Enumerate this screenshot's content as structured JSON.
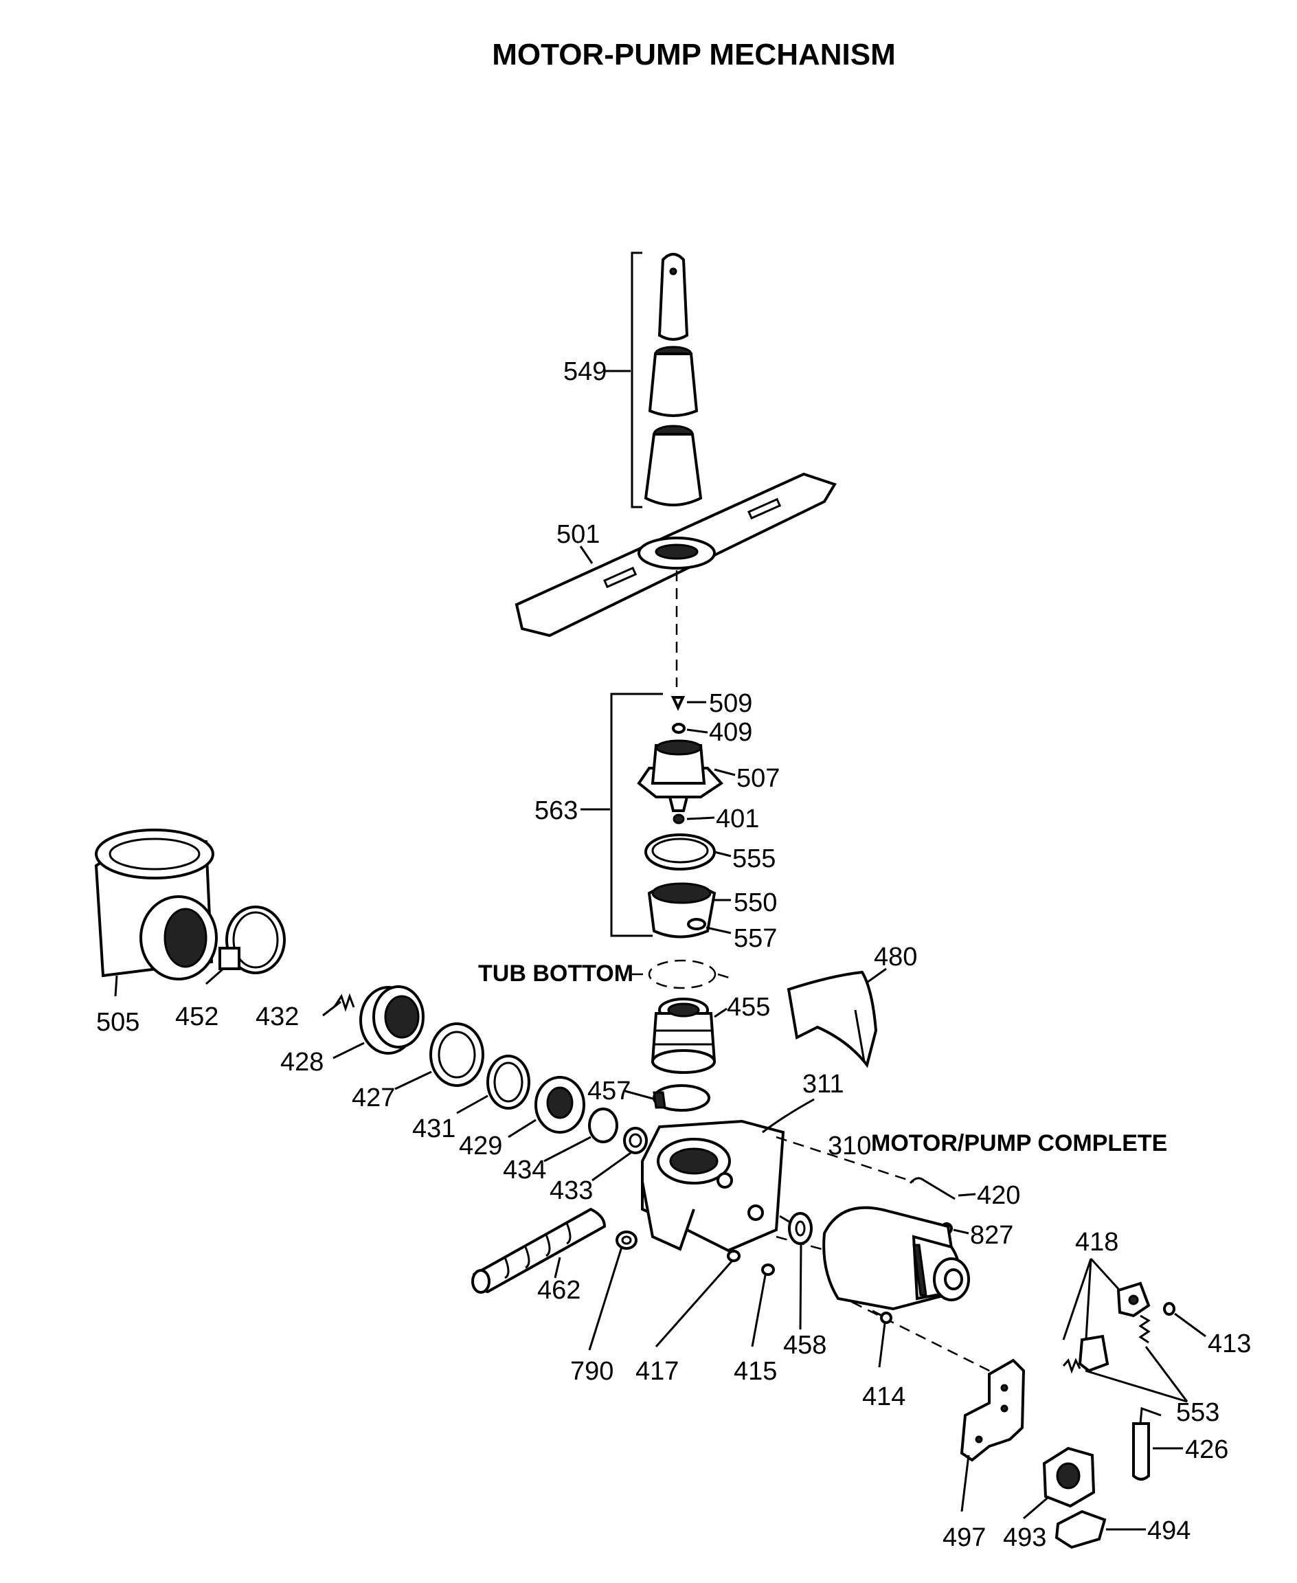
{
  "title": "MOTOR-PUMP MECHANISM",
  "headings": {
    "tub_bottom": "TUB BOTTOM",
    "motor_pump_complete": "MOTOR/PUMP COMPLETE"
  },
  "labels": {
    "p549": "549",
    "p501": "501",
    "p509": "509",
    "p409": "409",
    "p507": "507",
    "p563": "563",
    "p401": "401",
    "p555": "555",
    "p550": "550",
    "p557": "557",
    "p480": "480",
    "p505": "505",
    "p452": "452",
    "p432": "432",
    "p428": "428",
    "p455": "455",
    "p427": "427",
    "p457": "457",
    "p311": "311",
    "p431": "431",
    "p429": "429",
    "p434": "434",
    "p310": "310",
    "p420": "420",
    "p433": "433",
    "p827": "827",
    "p418": "418",
    "p462": "462",
    "p413": "413",
    "p790": "790",
    "p417": "417",
    "p415": "415",
    "p458": "458",
    "p414": "414",
    "p553": "553",
    "p426": "426",
    "p497": "497",
    "p493": "493",
    "p494": "494"
  }
}
